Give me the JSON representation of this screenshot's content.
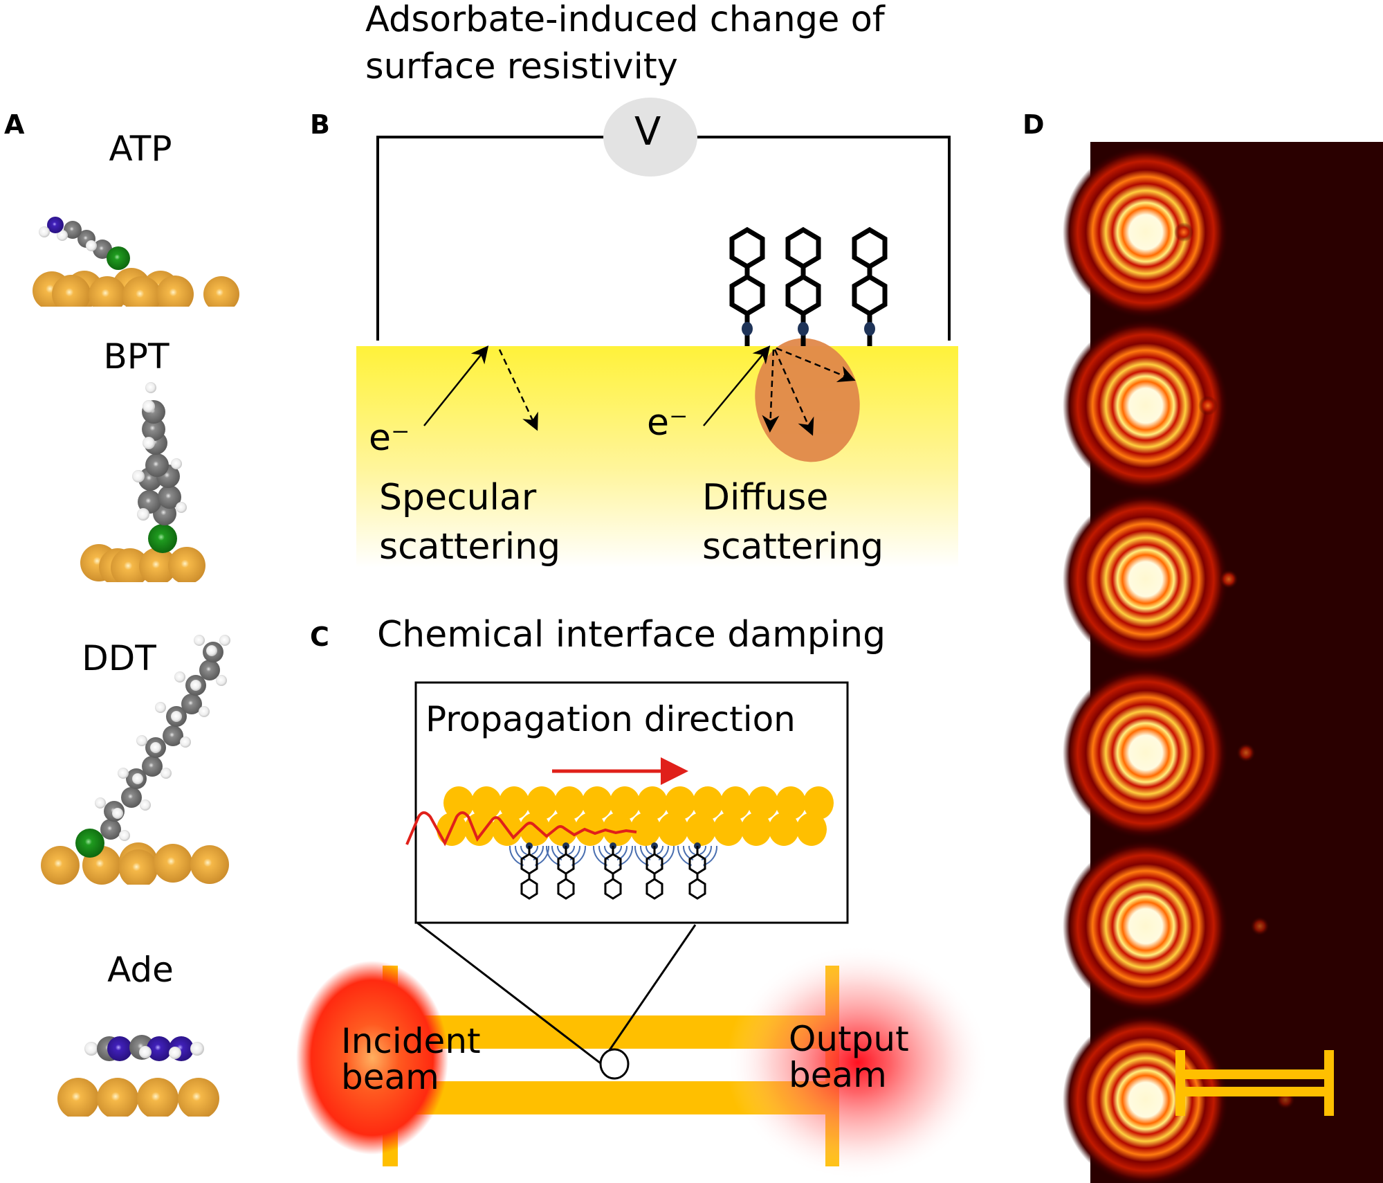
{
  "figure": {
    "panel_letters": [
      "A",
      "B",
      "C",
      "D"
    ],
    "panel_a": {
      "molecules": [
        {
          "label": "ATP",
          "atoms": [
            "amine-N",
            "carbon-ring",
            "sulfur"
          ],
          "orientation": "tilted-flat"
        },
        {
          "label": "BPT",
          "atoms": [
            "biphenyl-carbon",
            "hydrogen",
            "sulfur"
          ],
          "orientation": "upright"
        },
        {
          "label": "DDT",
          "atoms": [
            "alkyl-chain-carbon",
            "hydrogen",
            "sulfur"
          ],
          "orientation": "tilted"
        },
        {
          "label": "Ade",
          "atoms": [
            "carbon",
            "nitrogen",
            "hydrogen"
          ],
          "orientation": "flat"
        }
      ],
      "colors": {
        "gold": "#e6a23c",
        "sulfur": "#1d8a1d",
        "carbon": "#7a7a7a",
        "nitrogen": "#3a1aa8",
        "hydrogen": "#f4f4f4"
      }
    },
    "panel_b": {
      "title_line1": "Adsorbate-induced change of",
      "title_line2": "surface resistivity",
      "voltmeter_label": "V",
      "electron_label": "e⁻",
      "specular_line1": "Specular",
      "specular_line2": "scattering",
      "diffuse_line1": "Diffuse",
      "diffuse_line2": "scattering",
      "molecule_count": 3,
      "colors": {
        "surface_top": "#fff23a",
        "surface_bottom": "#ffffff",
        "scatter_zone": "#e0884a",
        "voltmeter": "#e3e3e3"
      }
    },
    "panel_c": {
      "title": "Chemical interface damping",
      "inset_label": "Propagation direction",
      "incident_label_line1": "Incident",
      "incident_label_line2": "beam",
      "output_label_line1": "Output",
      "output_label_line2": "beam",
      "molecule_count": 5,
      "colors": {
        "waveguide": "#ffbf00",
        "arrow": "#e0201a",
        "beam": "#ff2a10",
        "ripples": "#4a6fb0"
      }
    },
    "panel_d": {
      "frames": 6,
      "colors": {
        "background": "#2a0000",
        "ring": "#ff5a00",
        "core": "#fff7c0"
      }
    }
  }
}
